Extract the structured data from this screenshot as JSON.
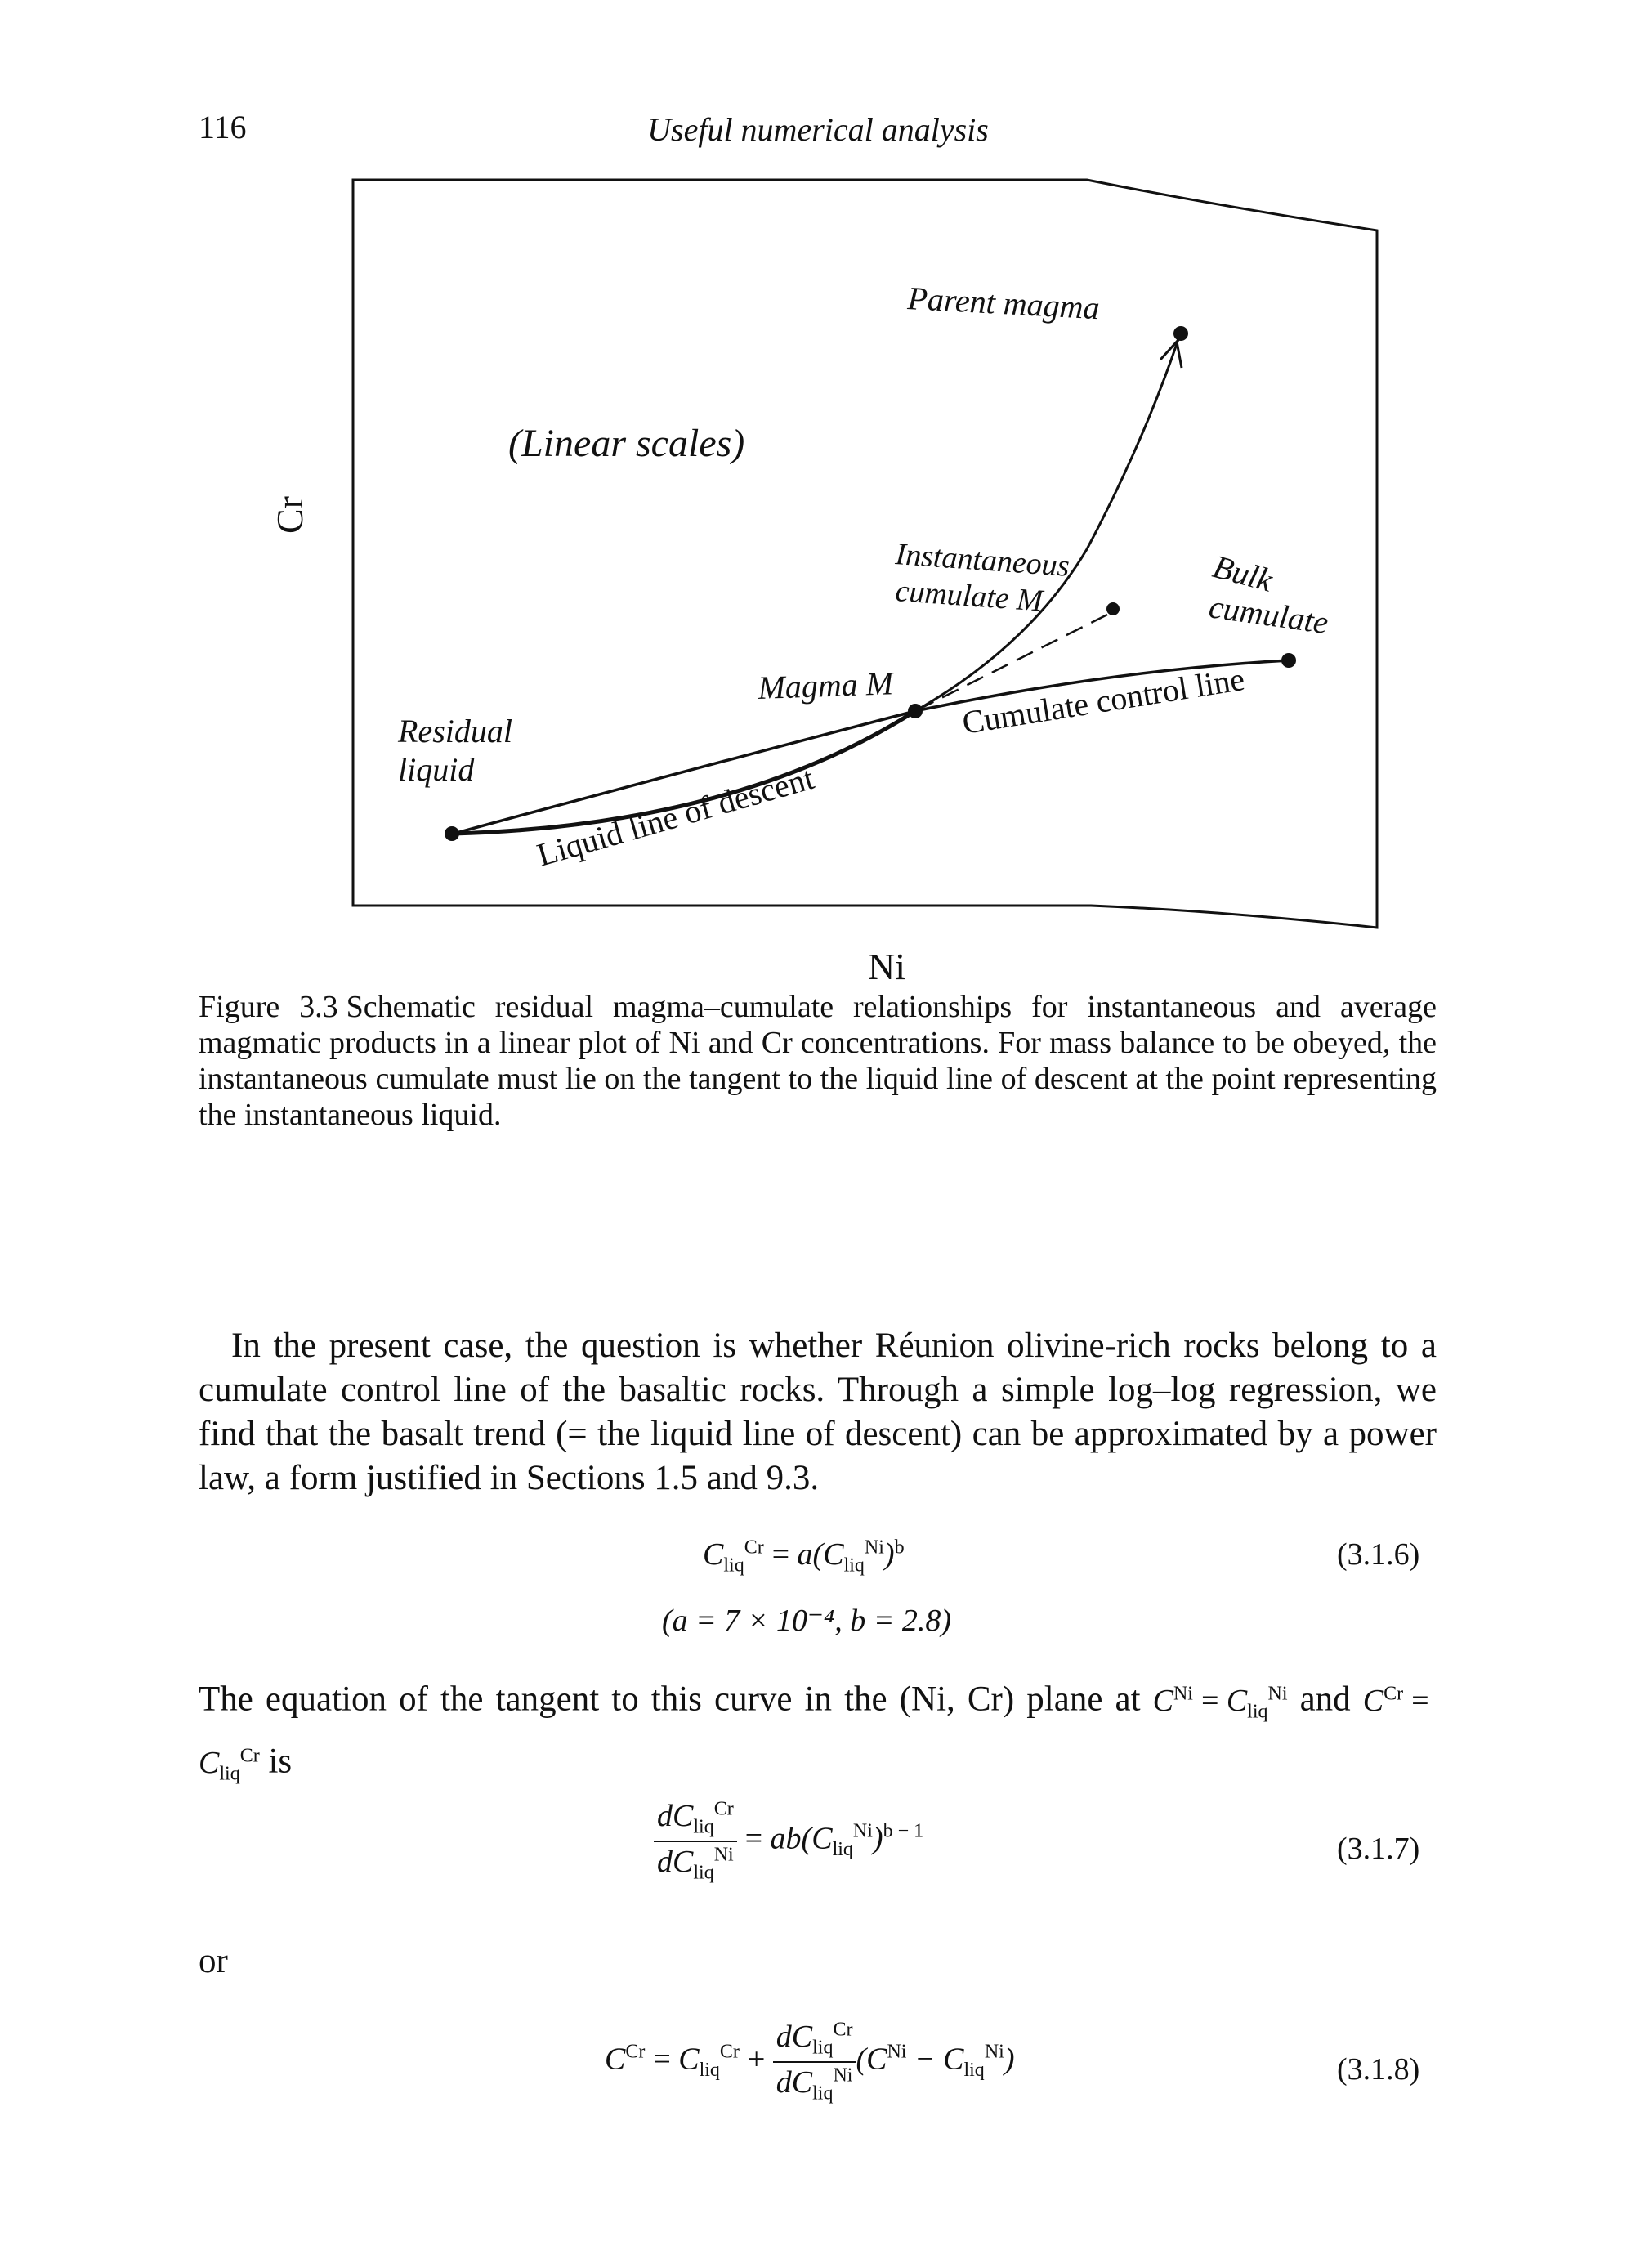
{
  "header": {
    "page_number": "116",
    "running_title": "Useful numerical analysis"
  },
  "figure": {
    "axis_x_label": "Ni",
    "axis_y_label": "Cr",
    "scale_note": "(Linear scales)",
    "labels": {
      "parent_magma": "Parent magma",
      "instantaneous_line1": "Instantaneous",
      "instantaneous_line2": "cumulate M",
      "bulk_line1": "Bulk",
      "bulk_line2": "cumulate",
      "magma_m": "Magma M",
      "residual_line1": "Residual",
      "residual_line2": "liquid",
      "cumulate_control_line": "Cumulate control line",
      "liquid_line_of_descent": "Liquid line of descent"
    }
  },
  "caption": {
    "label": "Figure 3.3",
    "text": "Schematic residual magma–cumulate relationships for instantaneous and average magmatic products in a linear plot of Ni and Cr concentrations. For mass balance to be obeyed, the instantaneous cumulate must lie on the tangent to the liquid line of descent at the point representing the instantaneous liquid."
  },
  "body": {
    "paragraph_1": "In the present case, the question is whether Réunion olivine-rich rocks belong to a cumulate control line of the basaltic rocks. Through a simple log–log regression, we find that the basalt trend (= the liquid line of descent) can be approximated by a power law, a form justified in Sections 1.5 and 9.3.",
    "paragraph_2_a": "The equation of the tangent to this curve in the (Ni, Cr) plane at ",
    "paragraph_2_b": " and ",
    "paragraph_2_c": " is",
    "or_word": "or"
  },
  "equations": {
    "eq_3_1_6_number": "(3.1.6)",
    "eq_3_1_6_params": "(a = 7 × 10⁻⁴, b = 2.8)",
    "eq_3_1_7_number": "(3.1.7)",
    "eq_3_1_8_number": "(3.1.8)"
  }
}
